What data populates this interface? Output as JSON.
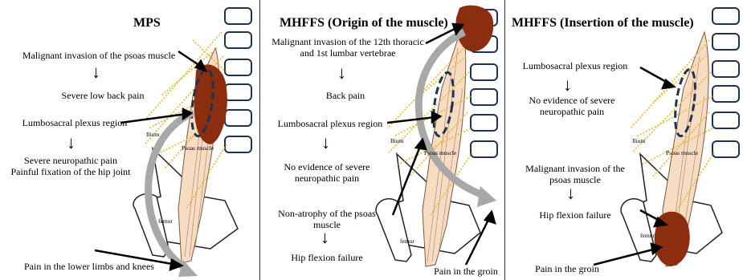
{
  "panels": [
    {
      "title": "MPS",
      "texts": {
        "t1": "Malignant invasion of the psoas muscle",
        "t2": "Severe low back pain",
        "t3": "Lumbosacral plexus region",
        "t4": "Severe neuropathic pain",
        "t5": "Painful fixation of the hip joint",
        "t6": "Pain in the lower limbs and knees"
      },
      "labels": {
        "ilium": "Ilium",
        "psoas": "Psoas muscle",
        "femur": "femur"
      }
    },
    {
      "title": "MHFFS (Origin of the muscle)",
      "texts": {
        "t1": "Malignant invasion of the 12th thoracic and 1st lumbar vertebrae",
        "t2": "Back pain",
        "t3": "Lumbosacral plexus region",
        "t4": "No evidence of severe neuropathic pain",
        "t5": "Non-atrophy of the psoas muscle",
        "t6": "Hip flexion failure",
        "t7": "Pain in the groin"
      },
      "labels": {
        "ilium": "Ilium",
        "psoas": "Psoas muscle",
        "femur": "femur"
      }
    },
    {
      "title": "MHFFS (Insertion of the muscle)",
      "texts": {
        "t1": "Lumbosacral plexus region",
        "t2": "No evidence of severe neuropathic pain",
        "t3": "Malignant invasion of the psoas muscle",
        "t4": "Hip flexion failure",
        "t5": "Pain in the groin"
      },
      "labels": {
        "ilium": "Ilium",
        "psoas": "Psoas muscle",
        "femur": "femur"
      }
    }
  ],
  "colors": {
    "tumor": "#8B2E0F",
    "muscle": "#F7DCC4",
    "nerve": "#E8B830",
    "ellipse": "#1F3350",
    "vertebra": "#1F3350",
    "arrow_gray": "#A8A8A8"
  }
}
